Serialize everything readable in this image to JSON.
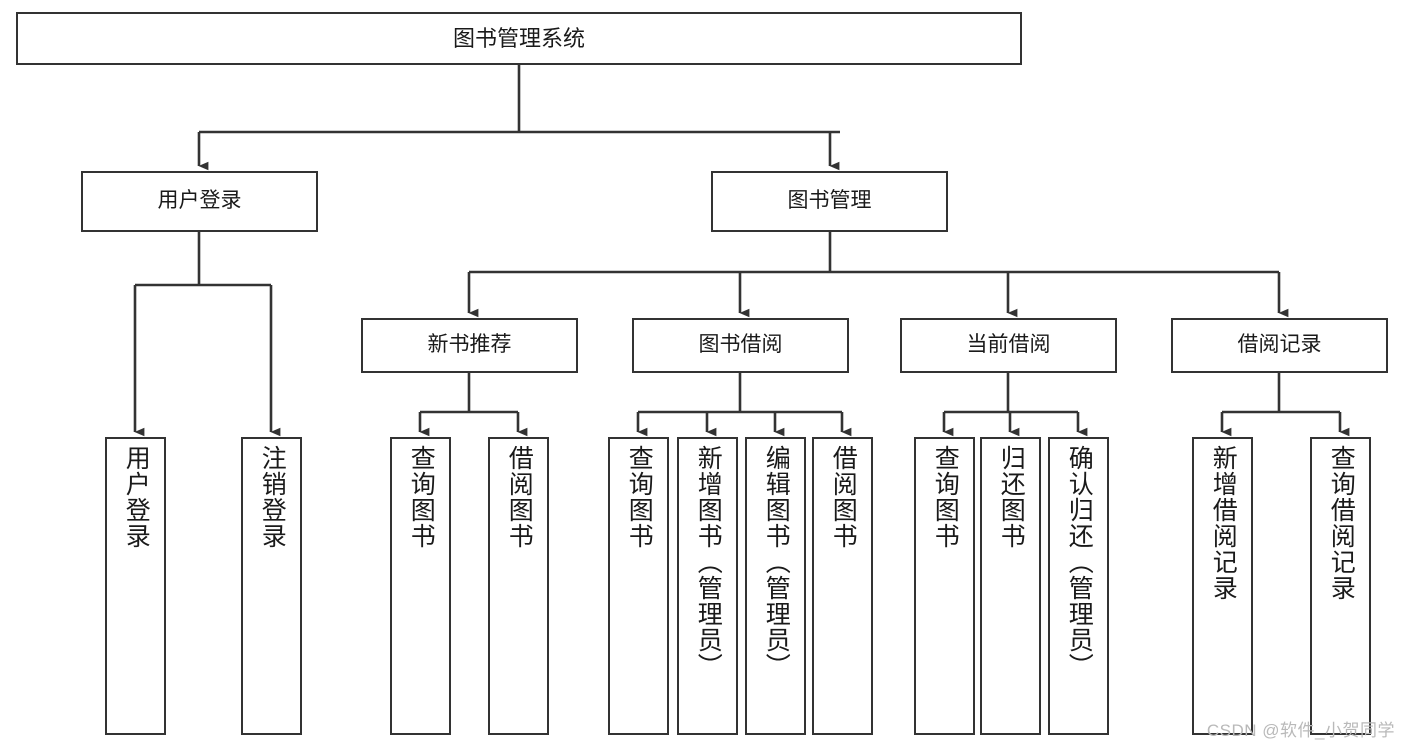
{
  "diagram": {
    "title": "图书管理系统",
    "watermark": "CSDN @软件_小贺同学",
    "colors": {
      "background": "#ffffff",
      "box_border": "#333333",
      "edge": "#333333",
      "text": "#1a1a1a",
      "watermark": "#b9b9b9"
    },
    "root": {
      "id": "root",
      "label": "图书管理系统"
    },
    "level2": [
      {
        "id": "user-login",
        "label": "用户登录"
      },
      {
        "id": "book-management",
        "label": "图书管理"
      }
    ],
    "level3": [
      {
        "id": "new-book-recommend",
        "label": "新书推荐",
        "parent": "book-management"
      },
      {
        "id": "book-borrow",
        "label": "图书借阅",
        "parent": "book-management"
      },
      {
        "id": "current-borrow",
        "label": "当前借阅",
        "parent": "book-management"
      },
      {
        "id": "borrow-record",
        "label": "借阅记录",
        "parent": "book-management"
      }
    ],
    "leaves": [
      {
        "id": "leaf-user-login",
        "label": "用户登录",
        "parent": "user-login"
      },
      {
        "id": "leaf-logout",
        "label": "注销登录",
        "parent": "user-login"
      },
      {
        "id": "leaf-query-book-1",
        "label": "查询图书",
        "parent": "new-book-recommend"
      },
      {
        "id": "leaf-borrow-book-1",
        "label": "借阅图书",
        "parent": "new-book-recommend"
      },
      {
        "id": "leaf-query-book-2",
        "label": "查询图书",
        "parent": "book-borrow"
      },
      {
        "id": "leaf-add-book",
        "label": "新增图书（管理员）",
        "parent": "book-borrow"
      },
      {
        "id": "leaf-edit-book",
        "label": "编辑图书（管理员）",
        "parent": "book-borrow"
      },
      {
        "id": "leaf-borrow-book-2",
        "label": "借阅图书",
        "parent": "book-borrow"
      },
      {
        "id": "leaf-query-book-3",
        "label": "查询图书",
        "parent": "current-borrow"
      },
      {
        "id": "leaf-return-book",
        "label": "归还图书",
        "parent": "current-borrow"
      },
      {
        "id": "leaf-confirm-return",
        "label": "确认归还（管理员）",
        "parent": "current-borrow"
      },
      {
        "id": "leaf-add-record",
        "label": "新增借阅记录",
        "parent": "borrow-record"
      },
      {
        "id": "leaf-query-record",
        "label": "查询借阅记录",
        "parent": "borrow-record"
      }
    ]
  }
}
